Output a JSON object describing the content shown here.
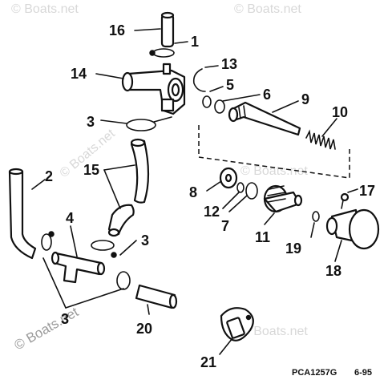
{
  "watermark": {
    "text": "© Boats.net",
    "bottom_text": "© Boats.net"
  },
  "callouts": {
    "c1": "1",
    "c2": "2",
    "c3a": "3",
    "c3b": "3",
    "c3c": "3",
    "c4": "4",
    "c5": "5",
    "c6": "6",
    "c7": "7",
    "c8": "8",
    "c9": "9",
    "c10": "10",
    "c11": "11",
    "c12": "12",
    "c13": "13",
    "c14": "14",
    "c15": "15",
    "c16": "16",
    "c17": "17",
    "c18": "18",
    "c19": "19",
    "c20": "20",
    "c21": "21"
  },
  "footer": {
    "part_code": "PCA1257G",
    "date": "6-95"
  }
}
